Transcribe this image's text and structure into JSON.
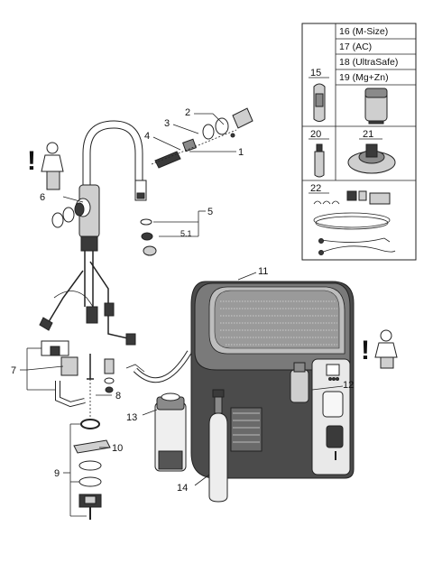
{
  "callouts": {
    "c1": "1",
    "c2": "2",
    "c3": "3",
    "c4": "4",
    "c5": "5",
    "c5_1": "5.1",
    "c6": "6",
    "c7": "7",
    "c8": "8",
    "c9": "9",
    "c10": "10",
    "c11": "11",
    "c12": "12",
    "c13": "13",
    "c14": "14",
    "c15": "15",
    "c20": "20",
    "c21": "21",
    "c22": "22"
  },
  "parts_table": {
    "filter_variants": [
      "16 (M-Size)",
      "17 (AC)",
      "18 (UltraSafe)",
      "19 (Mg+Zn)"
    ]
  },
  "warning_icons": {
    "symbol": "!"
  },
  "colors": {
    "line": "#222222",
    "dark_fill": "#3a3a3a",
    "mid_fill": "#8a8a8a",
    "light_fill": "#cfcfcf"
  }
}
